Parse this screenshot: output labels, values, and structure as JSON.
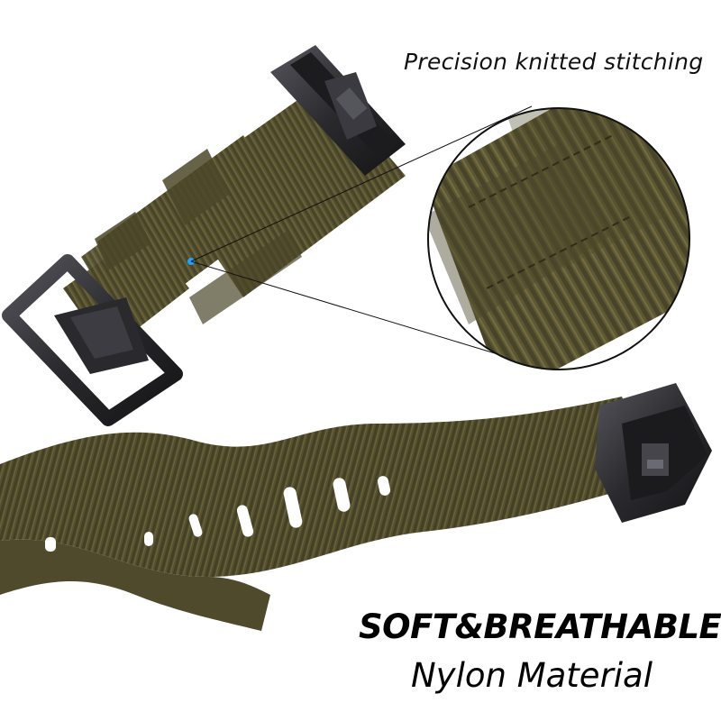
{
  "image": {
    "callout_text": "Precision knitted stitching",
    "headline": "SOFT&BREATHABLE",
    "subline": "Nylon Material",
    "colors": {
      "strap": "#5a5530",
      "strap_dark": "#3e3b1f",
      "strap_light": "#6f6a3e",
      "hardware": "#2b2b2e",
      "hardware_light": "#4a4a50",
      "marker": "#1aa3ff",
      "background": "#ffffff"
    }
  }
}
